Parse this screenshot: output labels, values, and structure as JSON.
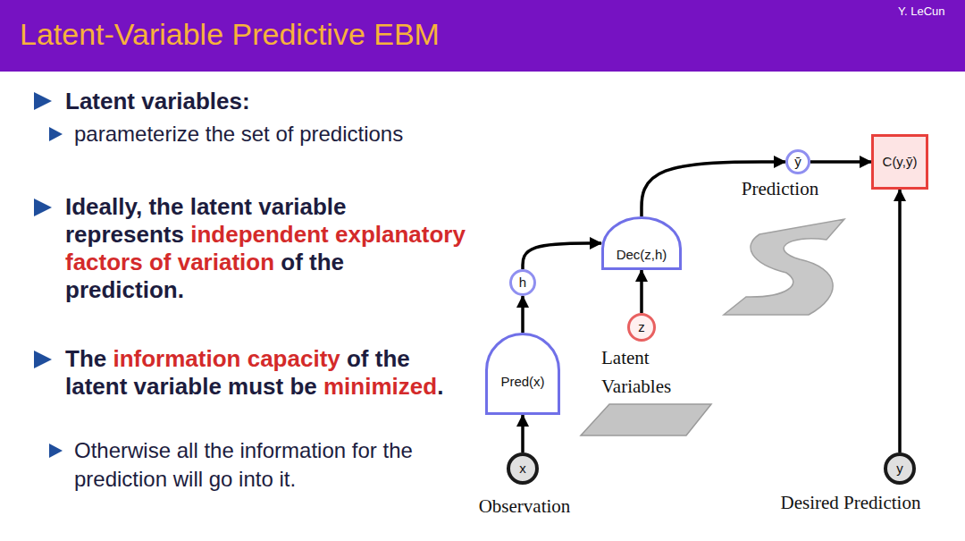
{
  "diagram": {
    "title": "Latent-Variable Predictive EBM",
    "nodes": [
      {
        "text": [
          "x",
          "Observation"
        ]
      },
      {
        "text": [
          "Pred(x)"
        ]
      },
      {
        "text": [
          "h"
        ]
      },
      {
        "text": [
          "Dec(z,h)"
        ]
      },
      {
        "text": [
          "z",
          "Latent Variables"
        ]
      },
      {
        "text": [
          "ȳ",
          "Prediction"
        ]
      },
      {
        "text": [
          "C(y,ȳ)"
        ]
      },
      {
        "text": [
          "y",
          "Desired Prediction"
        ]
      }
    ],
    "edges": [
      {
        "from": 0,
        "to": 1,
        "arrow": "to"
      },
      {
        "from": 1,
        "to": 2,
        "arrow": "to"
      },
      {
        "from": 2,
        "to": 3,
        "arrow": "to"
      },
      {
        "from": 4,
        "to": 3,
        "arrow": "to"
      },
      {
        "from": 3,
        "to": 5,
        "arrow": "to"
      },
      {
        "from": 5,
        "to": 6,
        "arrow": "to"
      },
      {
        "from": 7,
        "to": 6,
        "arrow": "to"
      }
    ],
    "labels": [
      "Y. LeCun",
      "Latent variables:",
      "parameterize the set of predictions",
      "Ideally, the latent variable represents",
      "independent explanatory factors of variation",
      "of the prediction.",
      "The",
      "information capacity",
      "of the latent variable must be",
      "minimized",
      ".",
      "Otherwise all the information for the prediction will go into it."
    ]
  }
}
